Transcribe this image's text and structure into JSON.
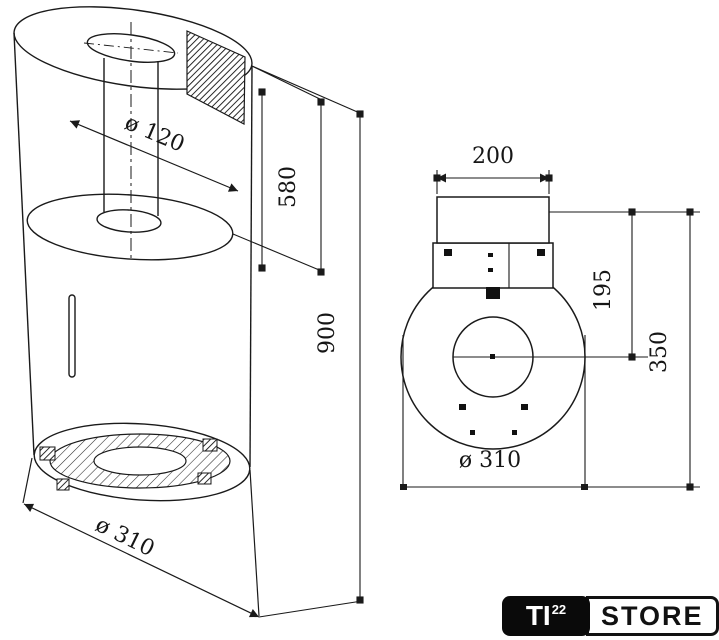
{
  "side_view": {
    "dia_top_label": "ø 120",
    "height_inner_label": "580",
    "height_total_label": "900",
    "dia_bottom_label": "ø 310"
  },
  "front_view": {
    "width_label": "200",
    "offset_label": "195",
    "height_label": "350",
    "dia_label": "ø 310"
  },
  "logo": {
    "brand": "TI",
    "sup": "22",
    "suffix": "STORE"
  }
}
